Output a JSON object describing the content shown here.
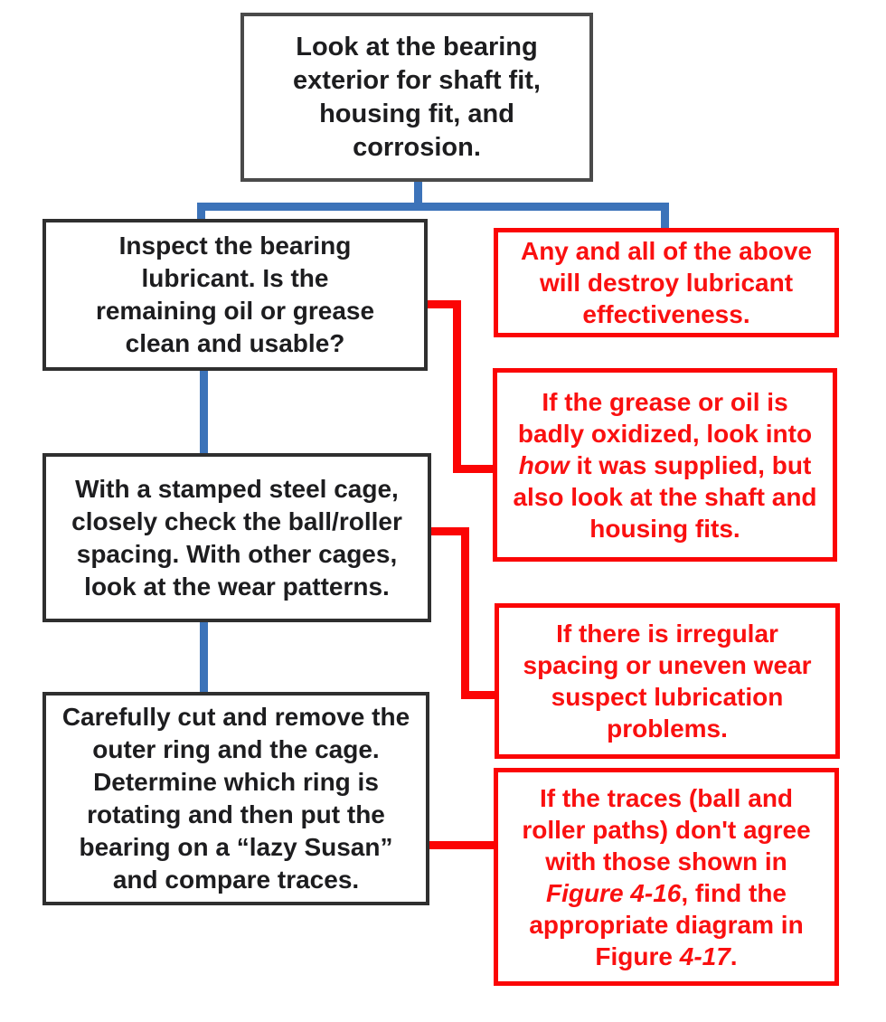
{
  "colors": {
    "connector_blue": "#3c73b9",
    "connector_red": "#fb0505",
    "red_box_border": "#fb0505",
    "red_text": "#fa1010",
    "black_box_border": "#2f2f2f",
    "top_box_border": "#4a4a4a",
    "black_text": "#1d1d1f",
    "background": "#ffffff"
  },
  "flowchart": {
    "top_box": {
      "lines": [
        "Look at the bearing",
        "exterior for shaft fit,",
        "housing fit, and",
        "corrosion."
      ]
    },
    "left_boxes": [
      {
        "lines": [
          "Inspect the bearing",
          "lubricant. Is the",
          "remaining oil or grease",
          "clean and usable?"
        ]
      },
      {
        "lines": [
          "With a stamped steel cage,",
          "closely check the ball/roller",
          "spacing. With other cages,",
          "look at the wear patterns."
        ]
      },
      {
        "lines": [
          "Carefully cut and remove the",
          "outer ring and the cage.",
          "Determine which ring is",
          "rotating and then put the",
          "bearing on a “lazy Susan”",
          "and compare traces."
        ]
      }
    ],
    "red_boxes": [
      {
        "lines": [
          "Any and all of the above",
          "will destroy lubricant",
          "effectiveness."
        ]
      },
      {
        "lines_start": [
          "If the grease or oil is",
          "badly oxidized, look into"
        ],
        "italic_word": "how",
        "line_after_italic": " it was supplied, but",
        "lines_end": [
          "also look at the shaft and",
          "housing fits."
        ]
      },
      {
        "lines": [
          "If there is irregular",
          "spacing or uneven wear",
          "suspect lubrication",
          "problems."
        ]
      },
      {
        "lines_start": [
          "If the traces (ball and",
          "roller paths) don't agree",
          "with those shown in"
        ],
        "figure_ref_1": "Figure 4-16",
        "after_figure_ref_1": ", find the",
        "line_mid": "appropriate diagram in",
        "last_line_prefix": "Figure ",
        "figure_ref_2": "4-17",
        "last_line_suffix": "."
      }
    ]
  }
}
